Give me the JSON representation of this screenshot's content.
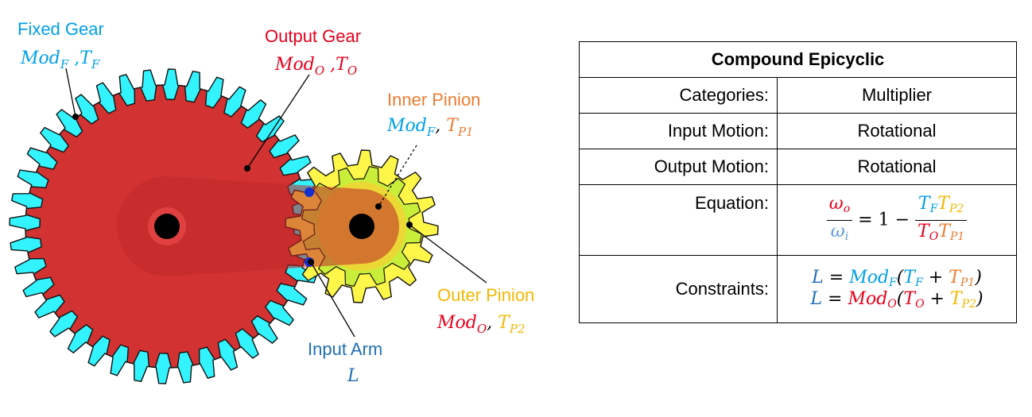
{
  "labels": {
    "fixed_gear": {
      "title": "Fixed Gear",
      "mod": "Mod",
      "mod_sub": "F",
      "sep": " ,",
      "t": "T",
      "t_sub": "F"
    },
    "output_gear": {
      "title": "Output Gear",
      "mod": "Mod",
      "mod_sub": "O",
      "sep": " ,",
      "t": "T",
      "t_sub": "O"
    },
    "inner_pinion": {
      "title": "Inner Pinion",
      "mod": "Mod",
      "mod_sub": "F",
      "sep": ", ",
      "t": "T",
      "t_sub": "P1"
    },
    "outer_pinion": {
      "title": "Outer Pinion",
      "mod": "Mod",
      "mod_sub": "O",
      "sep": ", ",
      "t": "T",
      "t_sub": "P2"
    },
    "input_arm": {
      "title": "Input Arm",
      "sym": "L"
    }
  },
  "colors": {
    "fixed_gear": "#33F3FF",
    "output_gear": "#D23232",
    "inner_pinion": "#F2D335",
    "outer_pinion": "#FFF64A",
    "arm": "#C0282A",
    "label_blue": "#00A0E8",
    "label_red": "#E8001C",
    "label_orange": "#ED7D31",
    "label_yellow": "#F2B800",
    "label_darkblue": "#1F6FB5"
  },
  "table": {
    "title": "Compound Epicyclic",
    "categories_label": "Categories:",
    "categories_value": "Multiplier",
    "input_label": "Input Motion:",
    "input_value": "Rotational",
    "output_label": "Output Motion:",
    "output_value": "Rotational",
    "equation_label": "Equation:",
    "constraints_label": "Constraints:",
    "eq": {
      "omega": "ω",
      "o_sub": "o",
      "i_sub": "i",
      "equals_one_minus": " = 1 − ",
      "T": "T",
      "F_sub": "F",
      "P2_sub": "P2",
      "O_sub": "O",
      "P1_sub": "P1"
    },
    "con": {
      "L": "L",
      "eq": " = ",
      "mod": "Mod",
      "F_sub": "F",
      "O_sub": "O",
      "open": "(",
      "T": "T",
      "plus": " + ",
      "close": ")",
      "P1_sub": "P1",
      "P2_sub": "P2"
    }
  }
}
